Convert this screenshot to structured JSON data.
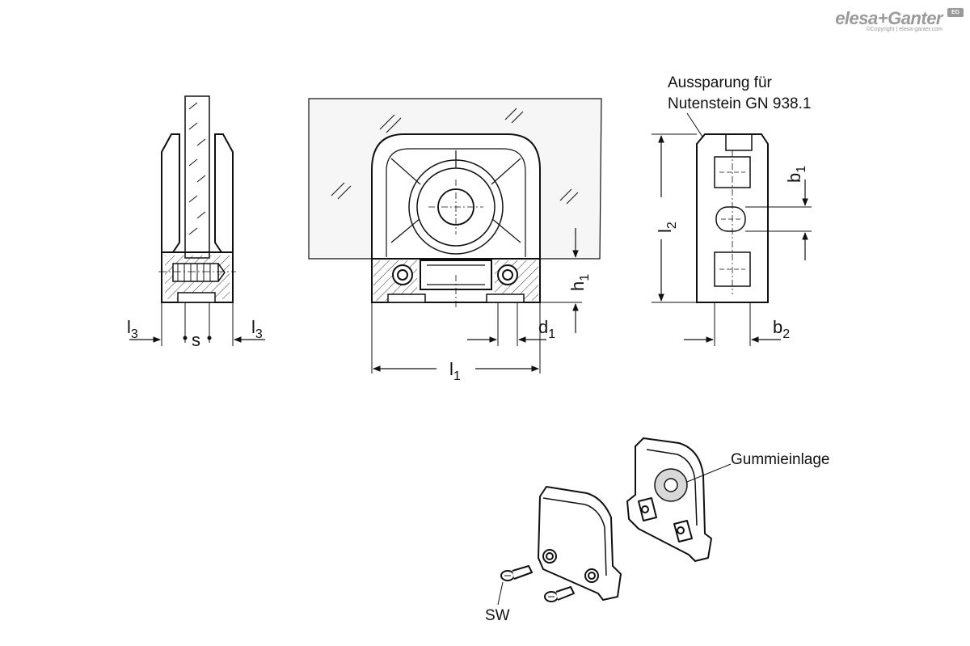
{
  "brand": {
    "name": "elesa+Ganter",
    "copyright": "©Copyright | elesa-ganter.com",
    "badge": "EG"
  },
  "side_view": {
    "l3_left": "l",
    "l3_left_sub": "3",
    "s_label": "s",
    "l3_right": "l",
    "l3_right_sub": "3"
  },
  "front_view": {
    "h1": "h",
    "h1_sub": "1",
    "d1": "d",
    "d1_sub": "1",
    "l1": "l",
    "l1_sub": "1"
  },
  "right_view": {
    "note_line1": "Aussparung für",
    "note_line2": "Nutenstein GN 938.1",
    "b1": "b",
    "b1_sub": "1",
    "l2": "l",
    "l2_sub": "2",
    "b2": "b",
    "b2_sub": "2"
  },
  "exploded_view": {
    "rubber_label": "Gummieinlage",
    "screw_label": "SW"
  }
}
